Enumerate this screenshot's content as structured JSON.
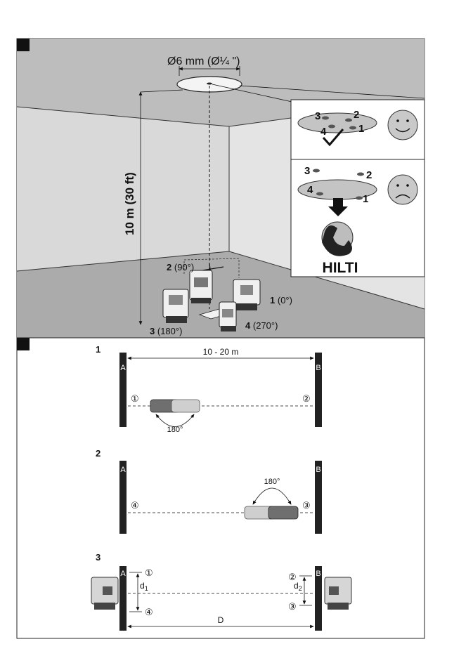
{
  "panel1": {
    "hole_label": "Ø6 mm (Ø¼ \")",
    "height_label": "10 m (30 ft)",
    "positions": [
      {
        "num": "2",
        "angle": "(90°)"
      },
      {
        "num": "1",
        "angle": "(0°)"
      },
      {
        "num": "3",
        "angle": "(180°)"
      },
      {
        "num": "4",
        "angle": "(270°)"
      }
    ],
    "good_dots": [
      "3",
      "2",
      "4",
      "1"
    ],
    "bad_dots": [
      "3",
      "2",
      "4",
      "1"
    ],
    "brand": "HILTI"
  },
  "panel2": {
    "step1": {
      "num": "1",
      "distance": "10 - 20 m",
      "wall_a": "A",
      "wall_b": "B",
      "mark_left": "①",
      "mark_right": "②",
      "rotation": "180°"
    },
    "step2": {
      "num": "2",
      "wall_a": "A",
      "wall_b": "B",
      "mark_left": "④",
      "mark_right": "③",
      "rotation": "180°"
    },
    "step3": {
      "num": "3",
      "wall_a": "A",
      "wall_b": "B",
      "mark_a_top": "①",
      "mark_a_bottom": "④",
      "mark_b_top": "②",
      "mark_b_bottom": "③",
      "d1": "d",
      "d1_sub": "1",
      "d2": "d",
      "d2_sub": "2",
      "distance": "D"
    }
  },
  "colors": {
    "wall_dark": "#4a4a4a",
    "ceiling": "#c8c8c8",
    "floor": "#a9a9a9",
    "sidewall": "#d6d6d6"
  }
}
